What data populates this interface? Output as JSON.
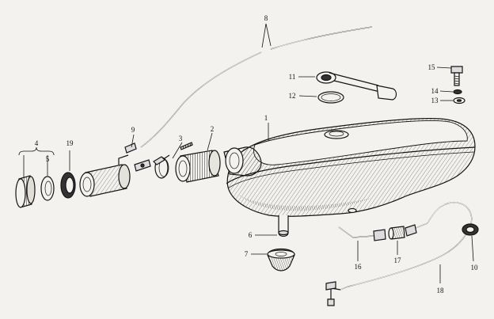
{
  "figure": {
    "callouts": {
      "c1": "1",
      "c2": "2",
      "c3": "3",
      "c4": "4",
      "c5": "5",
      "c6": "6",
      "c7": "7",
      "c8": "8",
      "c9": "9",
      "c10": "10",
      "c11": "11",
      "c12": "12",
      "c13": "13",
      "c14": "14",
      "c15": "15",
      "c16": "16",
      "c17": "17",
      "c18": "18",
      "c19": "19"
    },
    "colors": {
      "paper": "#f4f2ee",
      "ink": "#151515"
    }
  }
}
